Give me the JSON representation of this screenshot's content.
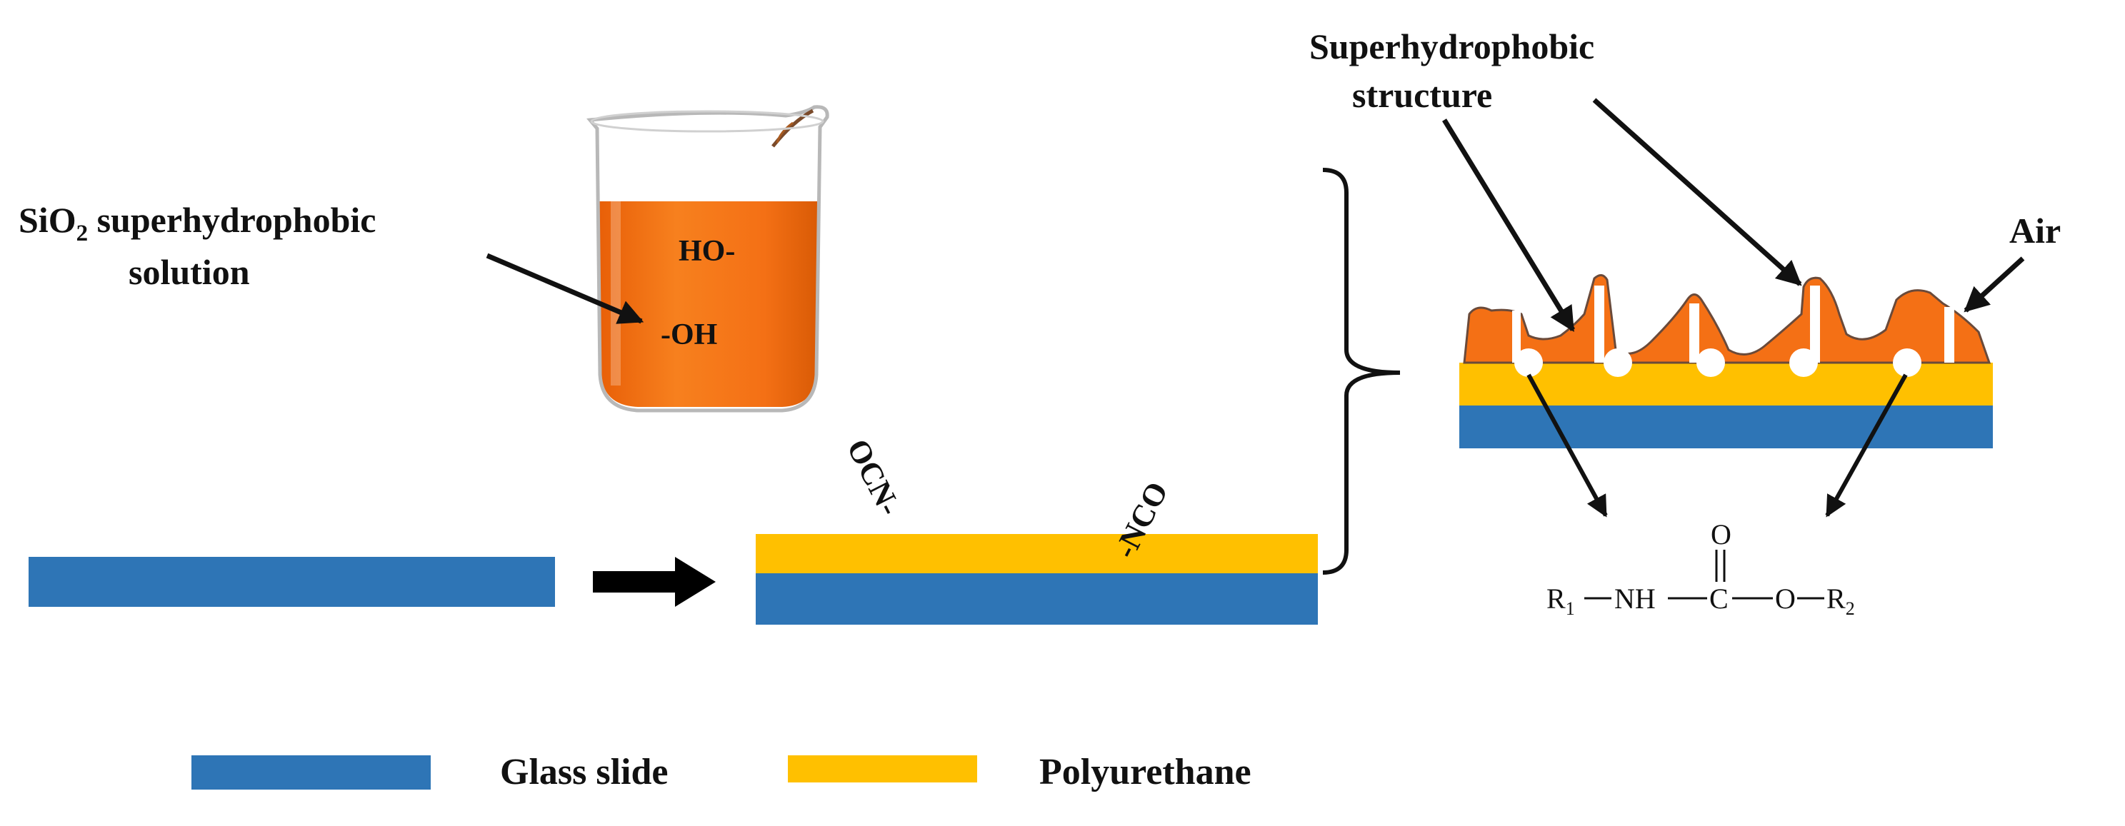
{
  "labels": {
    "sio2_prefix": "SiO",
    "sio2_subscript": "2",
    "sio2_suffix": " superhydrophobic",
    "solution": "solution",
    "ho": "HO-",
    "oh": "-OH",
    "ocn": "OCN-",
    "nco": "-NCO",
    "superhydrophobic": "Superhydrophobic",
    "structure": "structure",
    "air": "Air"
  },
  "formula": {
    "r1": "R",
    "r1_sub": "1",
    "nh": "NH",
    "c": "C",
    "o_top": "O",
    "o": "O",
    "r2": "R",
    "r2_sub": "2"
  },
  "legend": {
    "glass": "Glass slide",
    "pu": "Polyurethane"
  },
  "colors": {
    "glass": "#2e75b6",
    "polyurethane": "#ffc000",
    "solution": "#f47015",
    "ink": "#111111"
  }
}
